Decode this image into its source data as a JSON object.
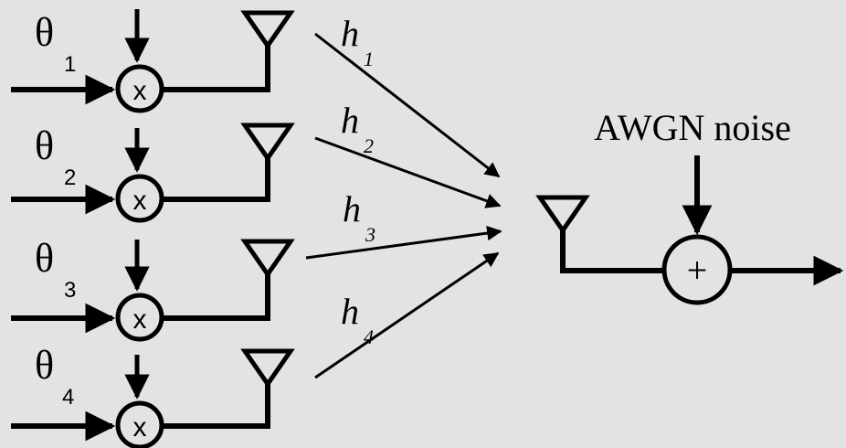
{
  "background_color": "#e3e3e3",
  "stroke_color": "#000000",
  "branches": [
    {
      "theta": "θ",
      "theta_sub": "1",
      "mixer": "x",
      "channel": "h",
      "channel_sub": "1"
    },
    {
      "theta": "θ",
      "theta_sub": "2",
      "mixer": "x",
      "channel": "h",
      "channel_sub": "2"
    },
    {
      "theta": "θ",
      "theta_sub": "3",
      "mixer": "x",
      "channel": "h",
      "channel_sub": "3"
    },
    {
      "theta": "θ",
      "theta_sub": "4",
      "mixer": "x",
      "channel": "h",
      "channel_sub": "4"
    }
  ],
  "receiver": {
    "noise_label": "AWGN noise",
    "adder_symbol": "+"
  }
}
